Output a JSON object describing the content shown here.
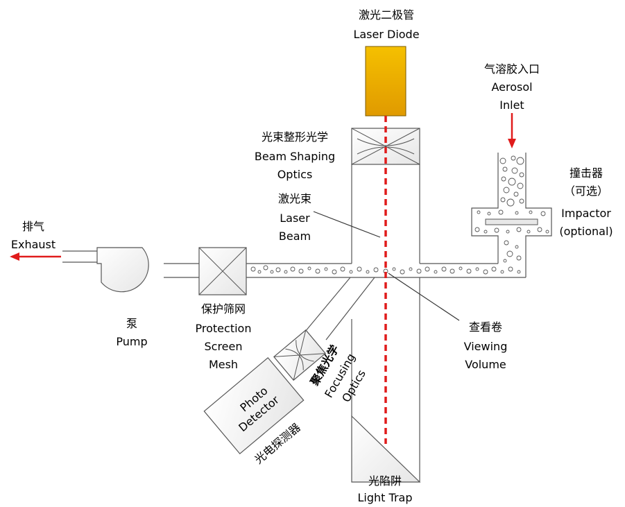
{
  "labels": {
    "laser_diode_zh": "激光二极管",
    "laser_diode_en": "Laser Diode",
    "aerosol_zh": "气溶胶入口",
    "aerosol_en_1": "Aerosol",
    "aerosol_en_2": "Inlet",
    "beam_shaping_zh": "光束整形光学",
    "beam_shaping_en_1": "Beam Shaping",
    "beam_shaping_en_2": "Optics",
    "impactor_zh": "撞击器",
    "impactor_opt_zh": "（可选）",
    "impactor_en_1": "Impactor",
    "impactor_en_2": "(optional)",
    "laser_beam_zh": "激光束",
    "laser_beam_en_1": "Laser",
    "laser_beam_en_2": "Beam",
    "exhaust_zh": "排气",
    "exhaust_en": "Exhaust",
    "pump_zh": "泵",
    "pump_en": "Pump",
    "mesh_zh": "保护筛网",
    "mesh_en_1": "Protection",
    "mesh_en_2": "Screen",
    "mesh_en_3": "Mesh",
    "viewing_zh": "查看卷",
    "viewing_en_1": "Viewing",
    "viewing_en_2": "Volume",
    "focusing_zh": "聚焦光学",
    "focusing_en_1": "Focusing",
    "focusing_en_2": "Optics",
    "detector_en_1": "Photo",
    "detector_en_2": "Detector",
    "detector_zh": "光电探测器",
    "light_trap_zh": "光陷阱",
    "light_trap_en": "Light Trap"
  },
  "colors": {
    "laser_diode": "#F0B400",
    "laser_beam": "#E01B1B",
    "arrow_red": "#E01B1B",
    "component_fill": "#F2F2F2",
    "outline": "#404040"
  }
}
